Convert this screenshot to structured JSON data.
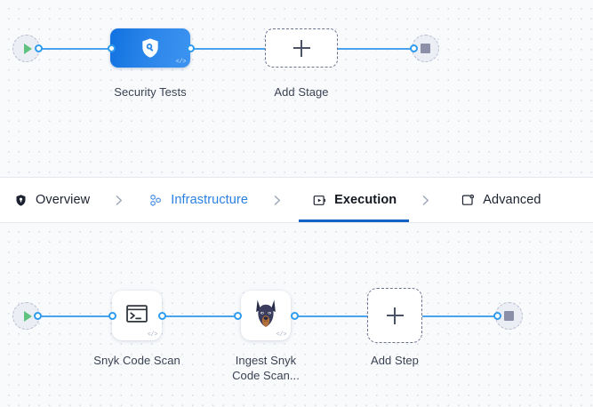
{
  "stage_canvas": {
    "start_node": {
      "icon": "play-icon",
      "name": "pipeline-start"
    },
    "end_node": {
      "icon": "stop-icon",
      "name": "pipeline-end"
    },
    "nodes": [
      {
        "label": "Security Tests",
        "icon": "shield-search-icon",
        "badge": "</>",
        "type": "stage"
      },
      {
        "label": "Add Stage",
        "icon": "plus-icon",
        "type": "add"
      }
    ]
  },
  "tabbar": {
    "tabs": [
      {
        "label": "Overview",
        "icon": "shield-icon",
        "state": "default"
      },
      {
        "label": "Infrastructure",
        "icon": "hexagon-cluster-icon",
        "state": "link"
      },
      {
        "label": "Execution",
        "icon": "play-box-icon",
        "state": "active"
      },
      {
        "label": "Advanced",
        "icon": "card-gear-icon",
        "state": "default"
      }
    ],
    "separator": "chevron-right-icon"
  },
  "step_canvas": {
    "start_node": {
      "icon": "play-icon",
      "name": "execution-start"
    },
    "end_node": {
      "icon": "stop-icon",
      "name": "execution-end"
    },
    "nodes": [
      {
        "label": "Snyk Code Scan",
        "icon": "terminal-icon",
        "badge": "</>",
        "type": "step"
      },
      {
        "label_line1": "Ingest Snyk",
        "label_line2": "Code Scan...",
        "icon": "snyk-dog-icon",
        "badge": "</>",
        "type": "step"
      },
      {
        "label": "Add Step",
        "icon": "plus-icon",
        "type": "add"
      }
    ]
  },
  "colors": {
    "accent_blue": "#2b7fe0",
    "connector_blue": "#4aa3ef",
    "active_underline": "#1363c6",
    "stage_gradient_from": "#1171e0",
    "stage_gradient_to": "#3d93f0",
    "start_green": "#5fc27e",
    "stop_gray": "#8b90a8",
    "canvas_bg": "#f8fafc",
    "dot_grid": "#d3dae3"
  }
}
